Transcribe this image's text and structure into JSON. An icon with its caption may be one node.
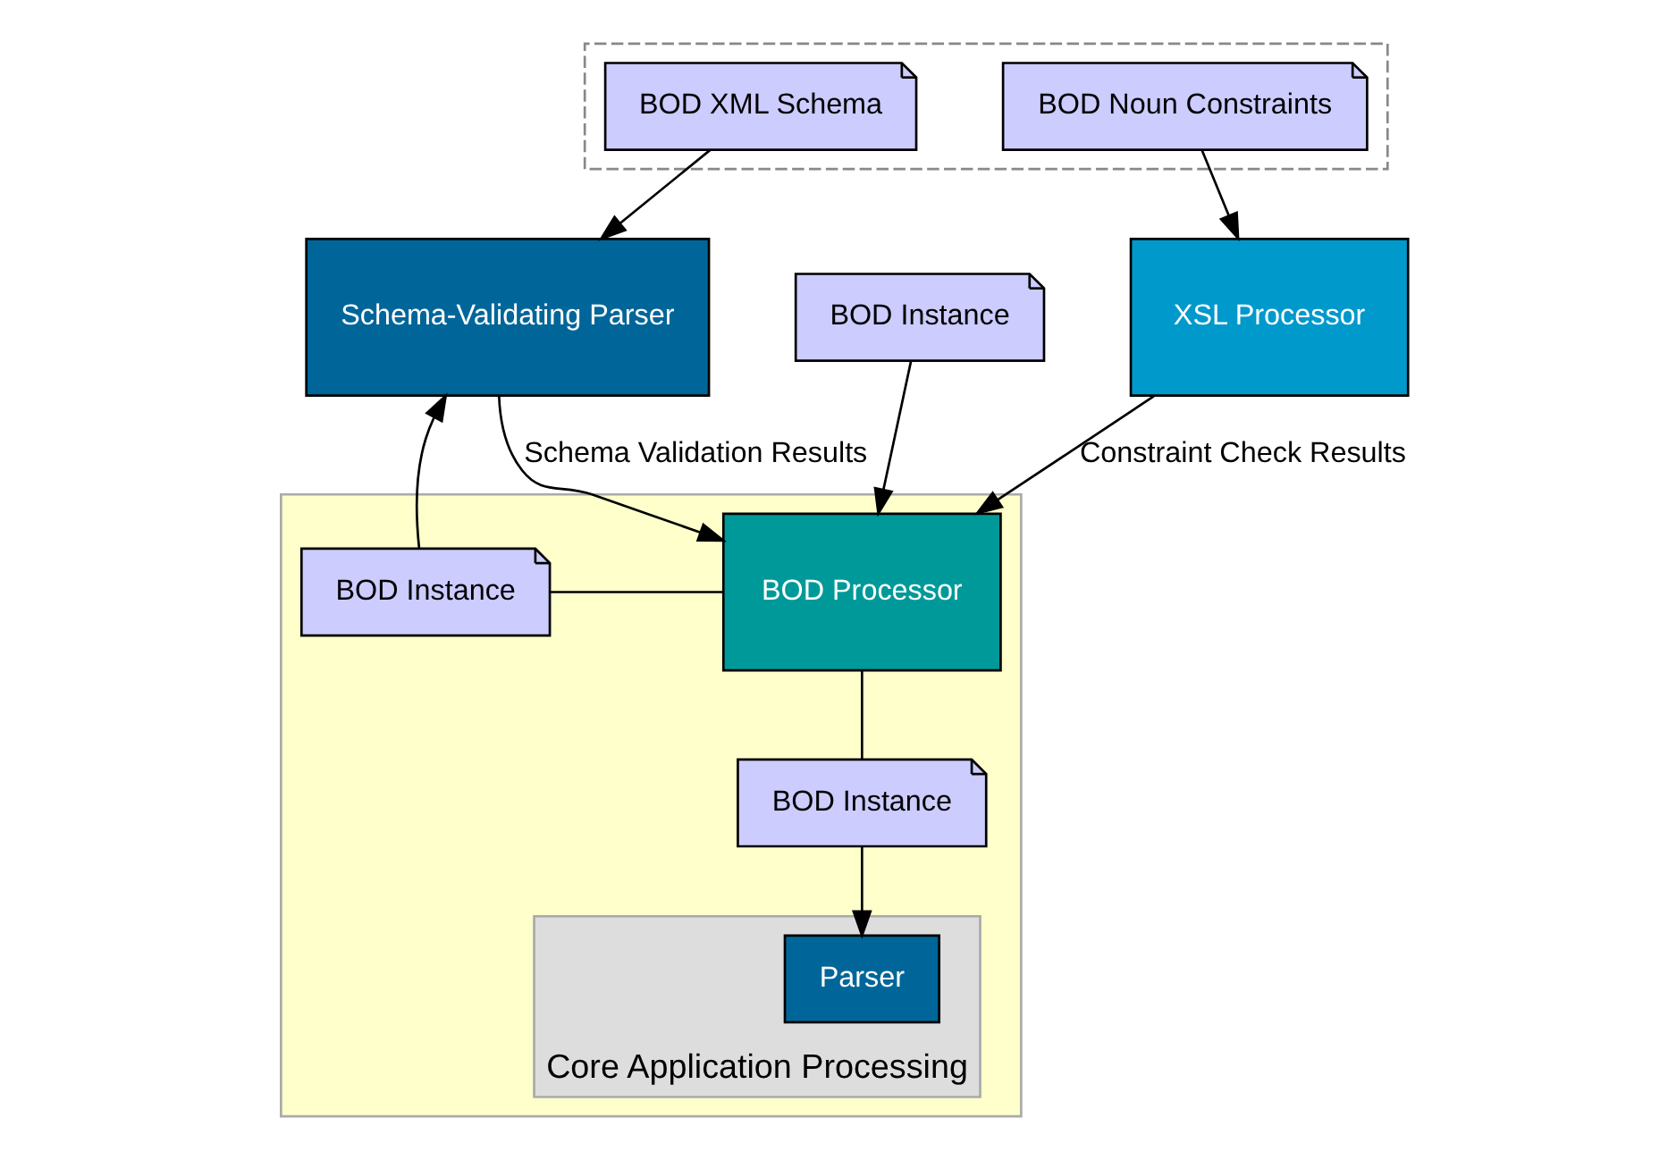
{
  "diagram": {
    "nodes": [
      {
        "text": [],
        "shape": "box"
      },
      {
        "text": [],
        "shape": "box"
      },
      {
        "text": [
          "BOD Noun Constraints"
        ],
        "in": 0
      },
      {
        "text": [
          "XSL Processor"
        ]
      },
      {
        "text": [
          "Schema-Validating Parser"
        ]
      },
      {
        "text": [
          "BOD XML Schema"
        ],
        "in": 0
      },
      {
        "text": [
          "BOD Instance"
        ],
        "in": 1
      },
      {
        "text": [
          "BOD Instance"
        ]
      },
      {
        "text": [
          "BOD Processor"
        ],
        "in": 1
      },
      {
        "text": [
          "BOD Instance"
        ],
        "in": 1
      },
      {
        "text": [
          "Core Application Processing"
        ],
        "in": 1
      },
      {
        "text": [
          "Parser"
        ],
        "in": 10
      }
    ],
    "edges": [
      {
        "from": 2,
        "to": 3,
        "arrow": "to"
      },
      {
        "from": 5,
        "to": 4,
        "arrow": "to"
      },
      {
        "from": 8,
        "to": 6,
        "arrow": "none"
      },
      {
        "from": 6,
        "to": 4,
        "arrow": "to"
      },
      {
        "from": 3,
        "to": 8,
        "arrow": "to",
        "label": "Constraint Check Results"
      },
      {
        "from": 4,
        "to": 8,
        "arrow": "to",
        "label": "Schema Validation Results"
      },
      {
        "from": 7,
        "to": 8,
        "arrow": "to"
      },
      {
        "from": 8,
        "to": 9,
        "arrow": "none"
      },
      {
        "from": 9,
        "to": 11,
        "arrow": "to"
      }
    ]
  }
}
